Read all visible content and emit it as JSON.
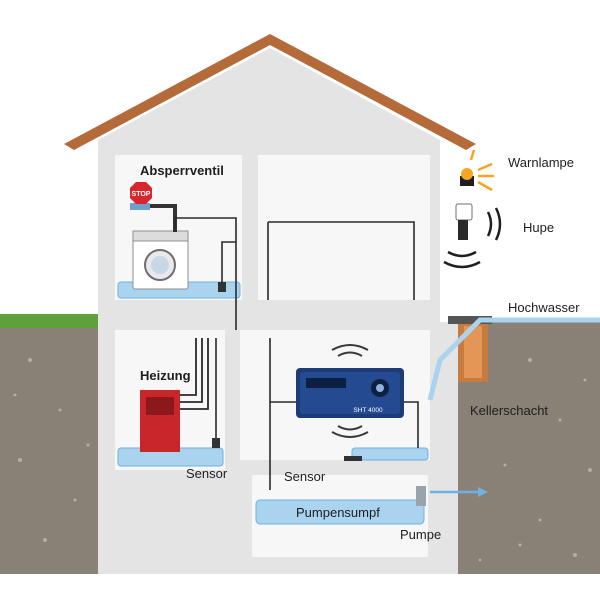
{
  "labels": {
    "absperrventil": "Absperrventil",
    "warnlampe": "Warnlampe",
    "hupe": "Hupe",
    "hochwasser": "Hochwasser",
    "heizung": "Heizung",
    "kellerschacht": "Kellerschacht",
    "sensor_left": "Sensor",
    "sensor_center": "Sensor",
    "pumpensumpf": "Pumpensumpf",
    "pumpe": "Pumpe"
  },
  "stop_sign_text": "STOP",
  "device": {
    "model_text": "SHT 4000"
  },
  "colors": {
    "roof": "#b56a3a",
    "walls": "#e4e4e4",
    "rooms": "#f7f7f7",
    "ground": "#8a8176",
    "grass": "#5ea13a",
    "water": "#a9d3ef",
    "water_stroke": "#6fb1e0",
    "heater": "#c8262a",
    "device": "#1c3c78",
    "lamp_glow": "#f5a623",
    "shaft": "#c77b3f"
  }
}
